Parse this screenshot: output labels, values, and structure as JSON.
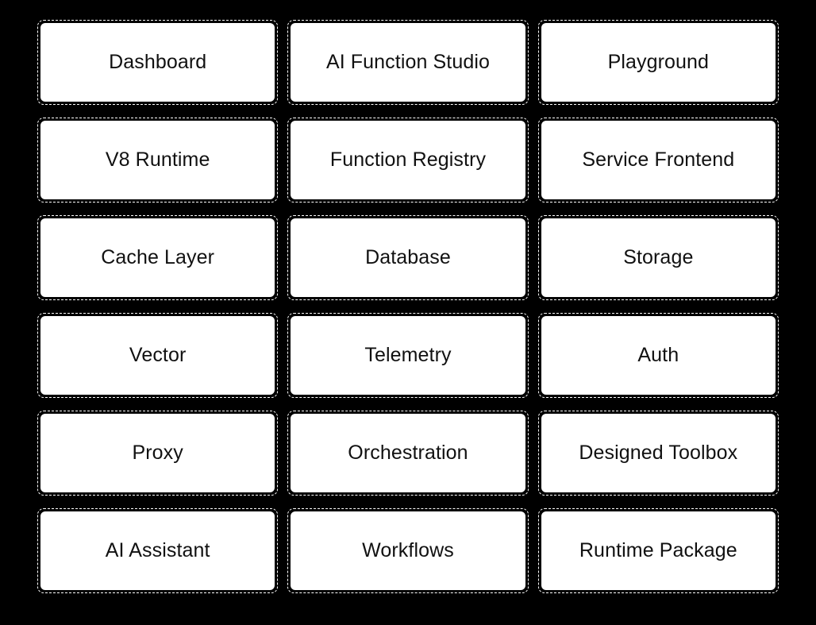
{
  "canvas": {
    "background_color": "#000000",
    "card_fill_color": "#ffffff",
    "card_border_color": "#ffffff",
    "label_color": "#111111",
    "columns": 3,
    "rows": 6
  },
  "nodes": [
    {
      "label": "Dashboard"
    },
    {
      "label": "AI Function Studio"
    },
    {
      "label": "Playground"
    },
    {
      "label": "V8 Runtime"
    },
    {
      "label": "Function Registry"
    },
    {
      "label": "Service Frontend"
    },
    {
      "label": "Cache Layer"
    },
    {
      "label": "Database"
    },
    {
      "label": "Storage"
    },
    {
      "label": "Vector"
    },
    {
      "label": "Telemetry"
    },
    {
      "label": "Auth"
    },
    {
      "label": "Proxy"
    },
    {
      "label": "Orchestration"
    },
    {
      "label": "Designed Toolbox"
    },
    {
      "label": "AI Assistant"
    },
    {
      "label": "Workflows"
    },
    {
      "label": "Runtime Package"
    }
  ]
}
